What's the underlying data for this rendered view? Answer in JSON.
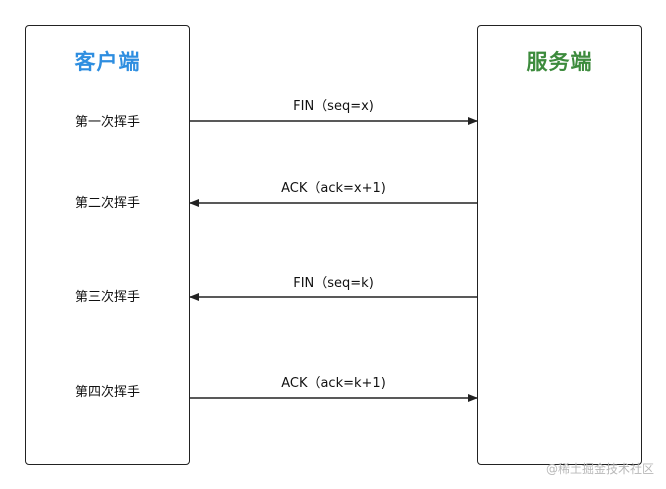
{
  "client": {
    "title": "客户端"
  },
  "server": {
    "title": "服务端"
  },
  "steps": [
    {
      "label": "第一次挥手",
      "message": "FIN（seq=x)",
      "direction": "client-to-server"
    },
    {
      "label": "第二次挥手",
      "message": "ACK（ack=x+1)",
      "direction": "server-to-client"
    },
    {
      "label": "第三次挥手",
      "message": "FIN（seq=k)",
      "direction": "server-to-client"
    },
    {
      "label": "第四次挥手",
      "message": "ACK（ack=k+1)",
      "direction": "client-to-server"
    }
  ],
  "watermark": "@稀土掘金技术社区",
  "colors": {
    "client_title": "#2e8ee0",
    "server_title": "#3d8b3d",
    "line": "#222222",
    "watermark": "#b8b8b8"
  }
}
